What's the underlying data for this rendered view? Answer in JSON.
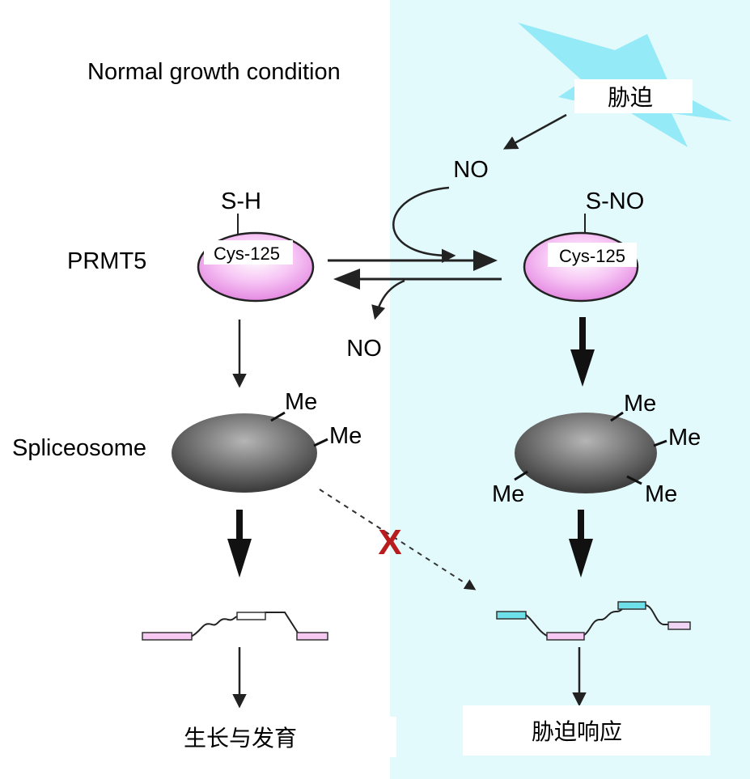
{
  "title": "Normal growth condition",
  "colors": {
    "stress_panel": "#e3fafd",
    "flash": "#86e6f6",
    "prmt5_fill": "#f4a4f2",
    "spliceosome_fill": "#6e6e6e",
    "block_mark": "#b81c1c",
    "exon_pink": "#f6c8f2",
    "exon_cyan": "#6ee0ea"
  },
  "left": {
    "protein_name": "PRMT5",
    "thiol": "S-H",
    "residue": "Cys-125",
    "complex_name": "Spliceosome",
    "methyl_marks": [
      "Me",
      "Me"
    ],
    "outcome": "生长与发育"
  },
  "right": {
    "stress": "胁迫",
    "no_in": "NO",
    "nitrosyl": "S-NO",
    "residue": "Cys-125",
    "methyl_marks": [
      "Me",
      "Me",
      "Me",
      "Me"
    ],
    "outcome": "胁迫响应"
  },
  "center": {
    "no_out": "NO",
    "block": "X"
  }
}
